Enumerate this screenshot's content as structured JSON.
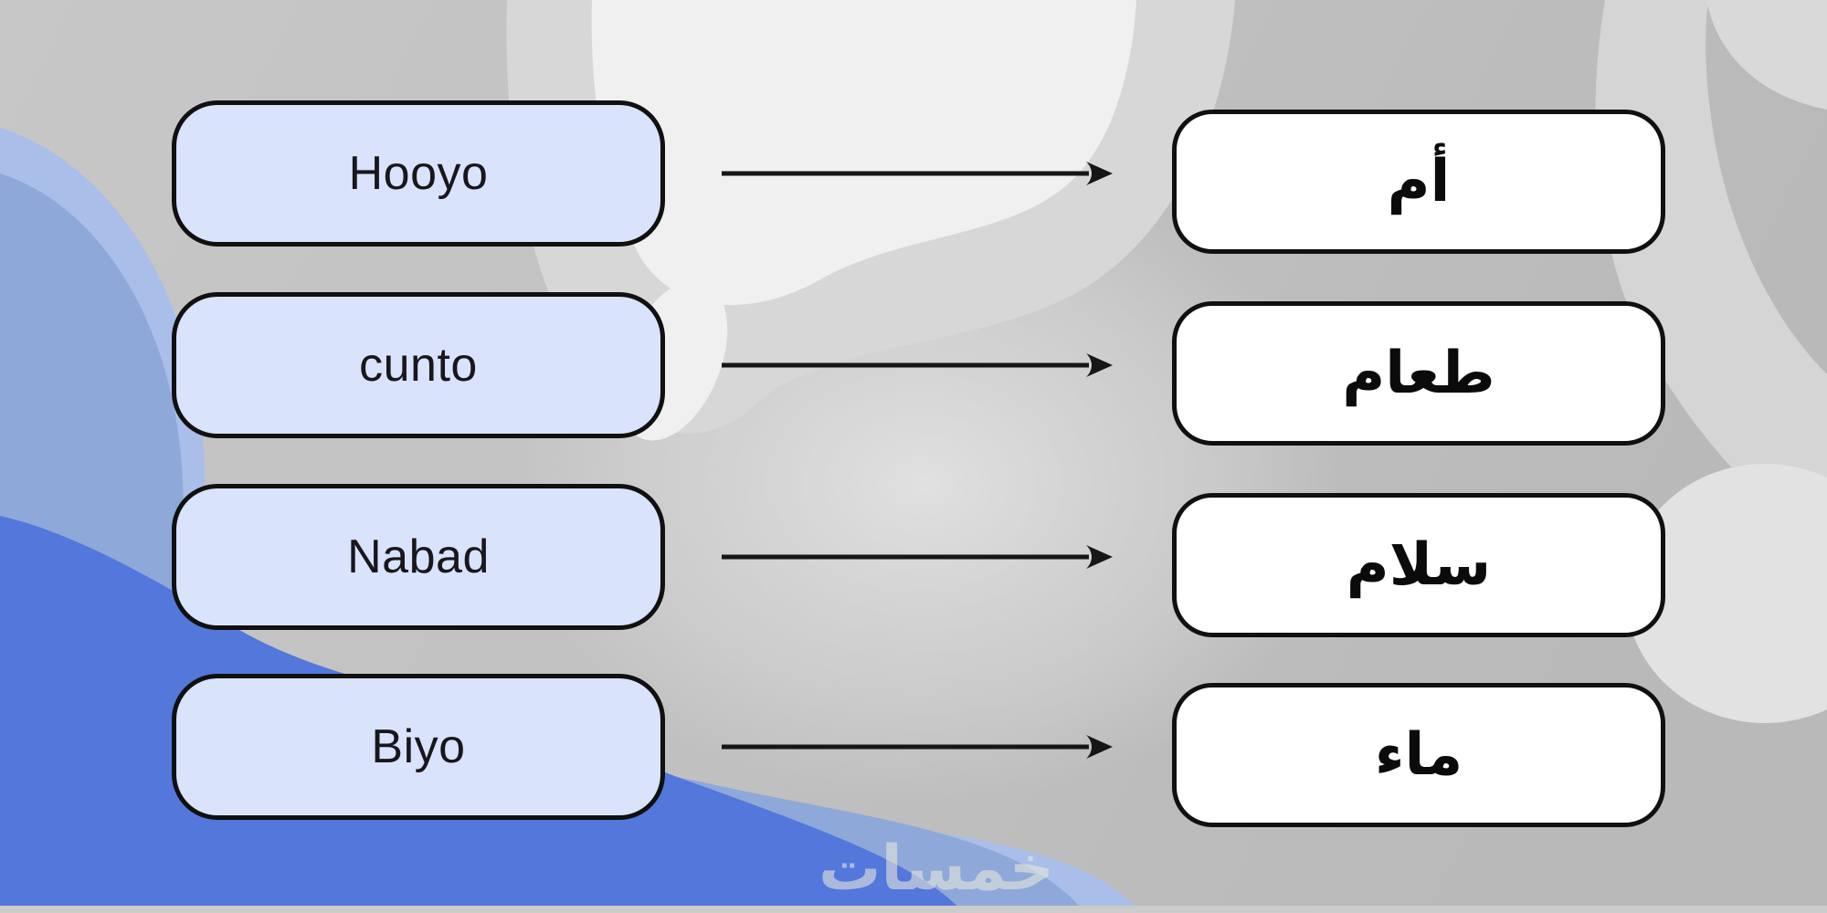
{
  "exercise": {
    "pairs": [
      {
        "left": "Hooyo",
        "right": "أم"
      },
      {
        "left": "cunto",
        "right": "طعام"
      },
      {
        "left": "Nabad",
        "right": "سلام"
      },
      {
        "left": "Biyo",
        "right": "ماء"
      }
    ]
  },
  "watermark": {
    "text": "خمسات"
  },
  "colors": {
    "left_pill_fill": "#dae3fc",
    "right_pill_fill": "#ffffff",
    "pill_border": "#101010",
    "arrow": "#161616",
    "background_base": "#c2c2c2",
    "background_blob_white": "#f0f0f0",
    "background_blob_light_gray": "#d7d7d7",
    "blue_light": "#a9bee8",
    "blue_slate": "#8ea8d9",
    "blue_vivid": "#5377db"
  }
}
